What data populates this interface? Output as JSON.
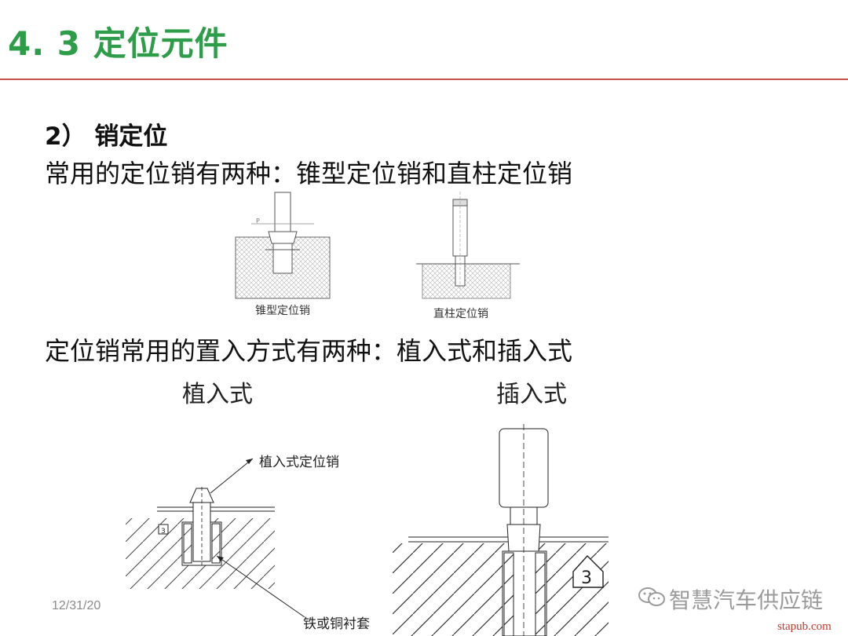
{
  "slide": {
    "title": "4. 3  定位元件",
    "subtitle": "2） 销定位",
    "line1": "常用的定位销有两种：锥型定位销和直柱定位销",
    "line2": "定位销常用的置入方式有两种：植入式和插入式",
    "date": "12/31/20",
    "watermark": "智慧汽车供应链",
    "site": "stapub.com"
  },
  "figures": {
    "cone_caption": "锥型定位销",
    "straight_caption": "直柱定位销",
    "implant_title": "植入式",
    "implant_pin_label": "植入式定位销",
    "implant_sleeve_label": "铁或铜衬套",
    "insert_title": "插入式",
    "mark_small": "3",
    "mark_large": "3"
  },
  "colors": {
    "title_green": "#2e9d4a",
    "rule_red": "#c9504a"
  }
}
